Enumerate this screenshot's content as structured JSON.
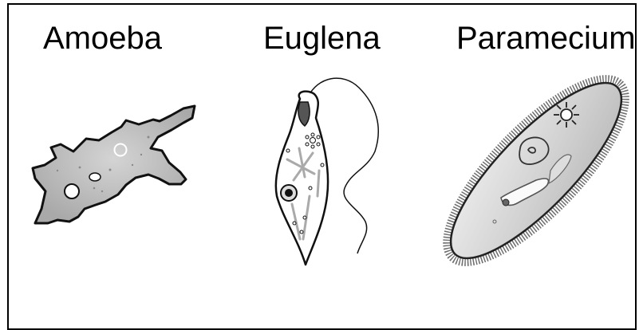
{
  "organisms": [
    {
      "name": "Amoeba"
    },
    {
      "name": "Euglena"
    },
    {
      "name": "Paramecium"
    }
  ],
  "colors": {
    "border": "#000000",
    "cell_fill": "#bdbdbd",
    "cell_outline": "#111111",
    "cilia": "#6f6f6f"
  }
}
